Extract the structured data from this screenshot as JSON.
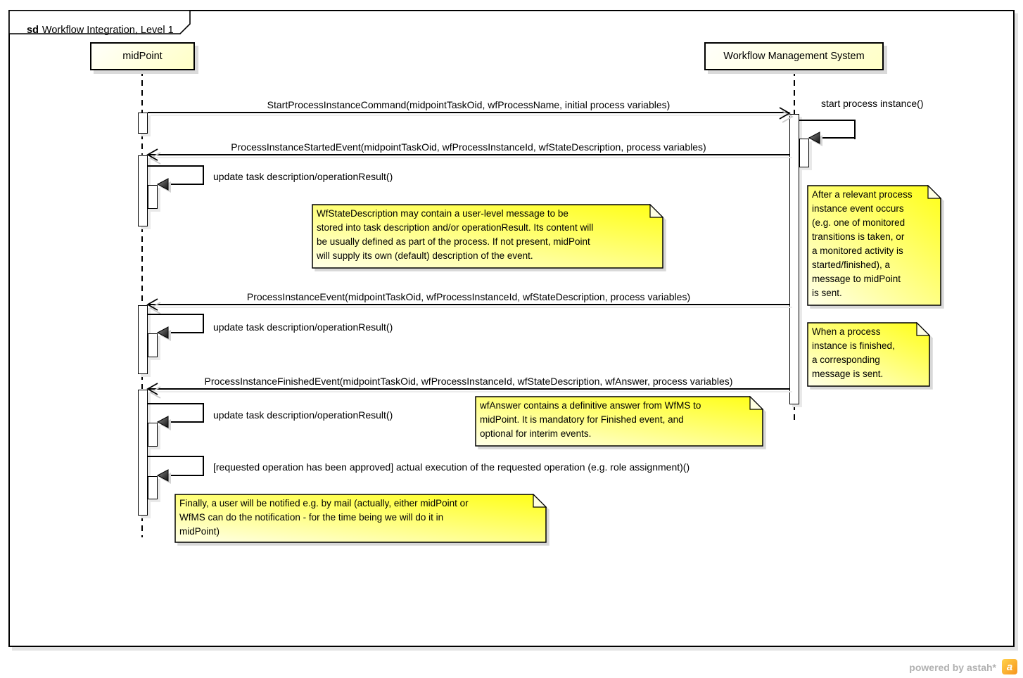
{
  "frame": {
    "keyword": "sd",
    "title": "Workflow Integration, Level 1"
  },
  "lifelines": [
    {
      "name": "midPoint"
    },
    {
      "name": "Workflow Management System"
    }
  ],
  "messages": [
    {
      "label": "StartProcessInstanceCommand(midpointTaskOid, wfProcessName, initial process variables)",
      "from": "midPoint",
      "to": "Workflow Management System"
    },
    {
      "label": "start process instance()",
      "from": "Workflow Management System",
      "to": "Workflow Management System"
    },
    {
      "label": "ProcessInstanceStartedEvent(midpointTaskOid, wfProcessInstanceId, wfStateDescription, process variables)",
      "from": "Workflow Management System",
      "to": "midPoint"
    },
    {
      "label": "update task description/operationResult()",
      "from": "midPoint",
      "to": "midPoint"
    },
    {
      "label": "ProcessInstanceEvent(midpointTaskOid, wfProcessInstanceId, wfStateDescription, process variables)",
      "from": "Workflow Management System",
      "to": "midPoint"
    },
    {
      "label": "update task description/operationResult()",
      "from": "midPoint",
      "to": "midPoint"
    },
    {
      "label": "ProcessInstanceFinishedEvent(midpointTaskOid, wfProcessInstanceId, wfStateDescription, wfAnswer, process variables)",
      "from": "Workflow Management System",
      "to": "midPoint"
    },
    {
      "label": "update task description/operationResult()",
      "from": "midPoint",
      "to": "midPoint"
    },
    {
      "label": "[requested operation has been approved] actual execution of the requested operation (e.g. role assignment)()",
      "from": "midPoint",
      "to": "midPoint"
    }
  ],
  "notes": [
    {
      "text": "WfStateDescription may contain a user-level message to be\nstored into task description and/or operationResult. Its content will\nbe usually defined as part of the process. If not present, midPoint\nwill supply its own (default) description of the event."
    },
    {
      "text": "After a relevant process\ninstance event occurs\n(e.g. one of monitored\ntransitions is taken, or\na monitored activity is\nstarted/finished), a\nmessage to midPoint\nis sent."
    },
    {
      "text": "When a process\ninstance is finished,\na corresponding\nmessage is sent."
    },
    {
      "text": "wfAnswer contains a definitive answer from WfMS to\nmidPoint. It is mandatory for Finished event, and\noptional for interim events."
    },
    {
      "text": "Finally, a user will be notified e.g. by mail (actually, either midPoint or\nWfMS can do the notification - for the time being we will do it in\nmidPoint)"
    }
  ],
  "watermark": {
    "text": "powered by astah*",
    "logo_letter": "a"
  },
  "colors": {
    "note_yellow": "#ffff20",
    "note_pale": "#ffffe9",
    "lifeline_fill": "#ffffc6",
    "logo_orange": "#f7941d",
    "shadow_gray": "#d8d8d8"
  }
}
